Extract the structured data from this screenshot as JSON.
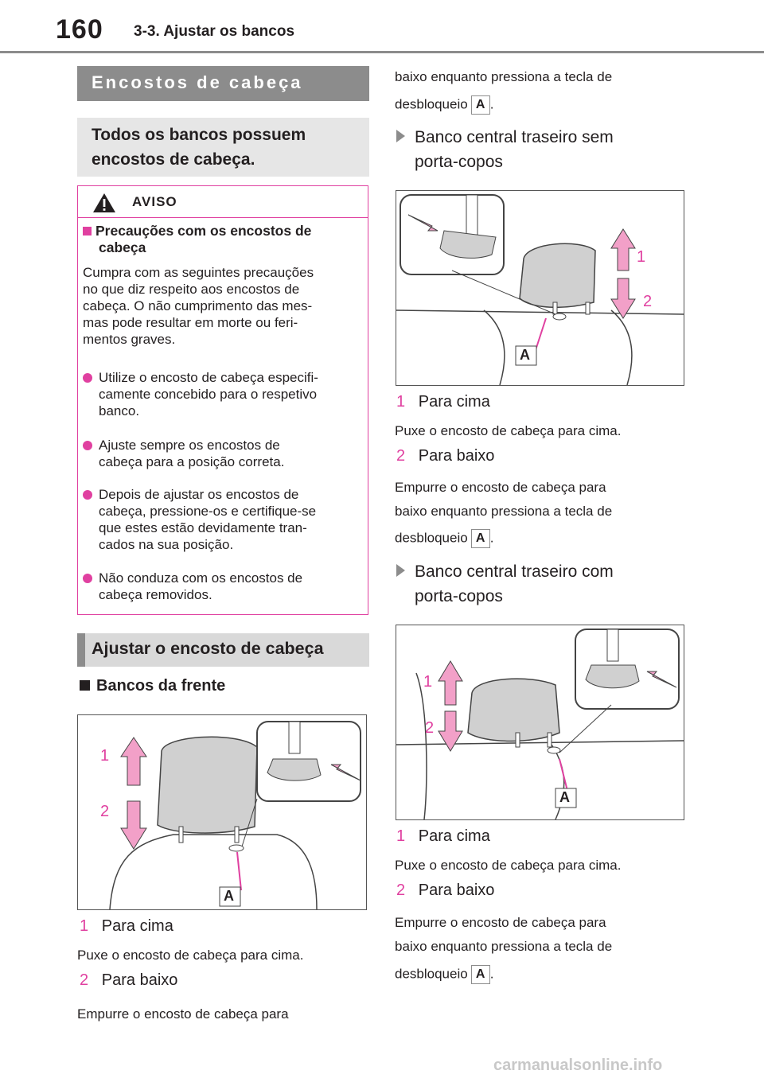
{
  "header": {
    "page_number": "160",
    "chapter": "3-3. Ajustar os bancos"
  },
  "section_main": "Encostos de cabeça",
  "section_note": [
    "Todos os bancos possuem",
    "encostos de cabeça."
  ],
  "warning": {
    "title": "AVISO",
    "subtitle_lines": [
      "Precauções com os encostos de",
      "cabeça"
    ],
    "body_lines": [
      "Cumpra com as seguintes precauções",
      "no que diz respeito aos encostos de",
      "cabeça. O não cumprimento das mes-",
      "mas pode resultar em morte ou feri-",
      "mentos graves."
    ],
    "bullets": [
      [
        "Utilize o encosto de cabeça especifi-",
        "camente concebido para o respetivo",
        "banco."
      ],
      [
        "Ajuste sempre os encostos de",
        "cabeça para a posição correta."
      ],
      [
        "Depois de ajustar os encostos de",
        "cabeça, pressione-os e certifique-se",
        "que estes estão devidamente tran-",
        "cados na sua posição."
      ],
      [
        "Não conduza com os encostos de",
        "cabeça removidos."
      ]
    ]
  },
  "section_adjust": "Ajustar o encosto de cabeça",
  "front": {
    "heading": "Bancos da frente",
    "fig_labels": {
      "one": "1",
      "two": "2",
      "a": "A"
    },
    "step1_num": "1",
    "step1": "Para cima",
    "step1_desc": "Puxe o encosto de cabeça para cima.",
    "step2_num": "2",
    "step2": "Para baixo",
    "step2_desc_a": "Empurre o encosto de cabeça para"
  },
  "right_top": {
    "cont_line1": "baixo enquanto pressiona a tecla de",
    "cont_line2": "desbloqueio",
    "key": "A",
    "period": "."
  },
  "rear_no_cup": {
    "heading_lines": [
      "Banco central traseiro sem",
      "porta-copos"
    ],
    "fig_labels": {
      "one": "1",
      "two": "2",
      "a": "A"
    },
    "step1_num": "1",
    "step1": "Para cima",
    "step1_desc": "Puxe o encosto de cabeça para cima.",
    "step2_num": "2",
    "step2": "Para baixo",
    "step2_desc_lines": [
      "Empurre o encosto de cabeça para",
      "baixo enquanto pressiona a tecla de",
      "desbloqueio"
    ],
    "key": "A",
    "period": "."
  },
  "rear_cup": {
    "heading_lines": [
      "Banco central traseiro com",
      "porta-copos"
    ],
    "fig_labels": {
      "one": "1",
      "two": "2",
      "a": "A"
    },
    "step1_num": "1",
    "step1": "Para cima",
    "step1_desc": "Puxe o encosto de cabeça para cima.",
    "step2_num": "2",
    "step2": "Para baixo",
    "step2_desc_lines": [
      "Empurre o encosto de cabeça para",
      "baixo enquanto pressiona a tecla de",
      "desbloqueio"
    ],
    "key": "A",
    "period": "."
  },
  "watermark": "carmanualsonline.info",
  "colors": {
    "accent": "#e040a0",
    "gray": "#8c8c8c"
  }
}
